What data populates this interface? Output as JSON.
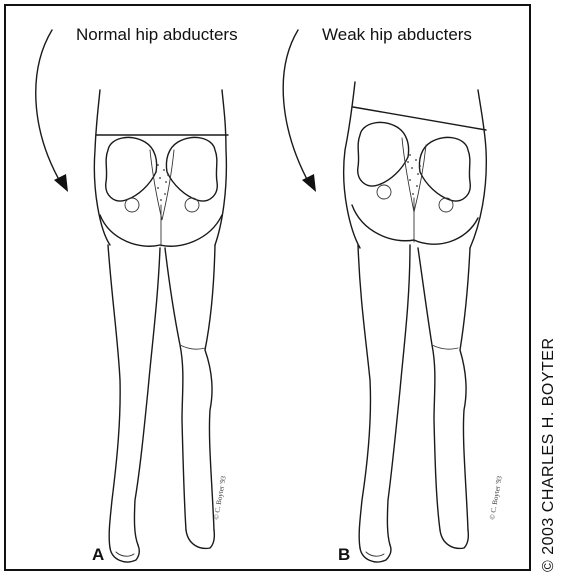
{
  "panels": [
    {
      "letter": "A",
      "caption": "Normal hip abducters",
      "signature": "© C. Boyter '93"
    },
    {
      "letter": "B",
      "caption": "Weak hip abducters",
      "signature": "© C. Boyter '93"
    }
  ],
  "copyright": "© 2003 CHARLES H. BOYTER",
  "colors": {
    "ink": "#1a1a1a",
    "background": "#ffffff",
    "border": "#111111"
  }
}
